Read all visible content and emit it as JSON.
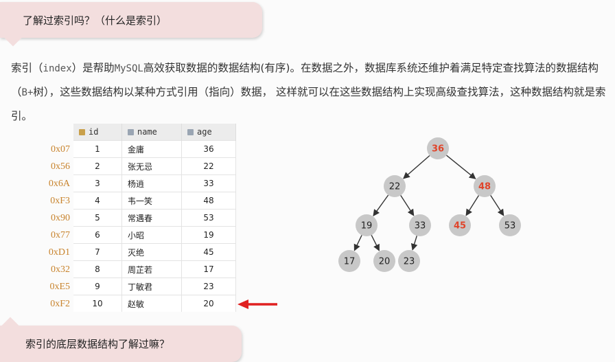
{
  "question_top": "了解过索引吗？（什么是索引）",
  "question_bottom": "索引的底层数据结构了解过嘛？",
  "description": {
    "part1": "索引（",
    "code1": "index",
    "part2": "）是帮助",
    "code2": "MySQL",
    "part3": "高效获取数据的数据结构(有序)。在数据之外，数据库系统还维护着满足特定查找算法的数据结构（",
    "code3": "B+",
    "part4": "树），这些数据结构以某种方式引用（指向）数据，  这样就可以在这些数据结构上实现高级查找算法，这种数据结构就是索引。"
  },
  "table": {
    "headers": [
      "id",
      "name",
      "age"
    ],
    "rows": [
      {
        "addr": "0x07",
        "id": "1",
        "name": "金庸",
        "age": "36"
      },
      {
        "addr": "0x56",
        "id": "2",
        "name": "张无忌",
        "age": "22"
      },
      {
        "addr": "0x6A",
        "id": "3",
        "name": "杨逍",
        "age": "33"
      },
      {
        "addr": "0xF3",
        "id": "4",
        "name": "韦一笑",
        "age": "48"
      },
      {
        "addr": "0x90",
        "id": "5",
        "name": "常遇春",
        "age": "53"
      },
      {
        "addr": "0x77",
        "id": "6",
        "name": "小昭",
        "age": "19"
      },
      {
        "addr": "0xD1",
        "id": "7",
        "name": "灭绝",
        "age": "45"
      },
      {
        "addr": "0x32",
        "id": "8",
        "name": "周芷若",
        "age": "17"
      },
      {
        "addr": "0xE5",
        "id": "9",
        "name": "丁敏君",
        "age": "23"
      },
      {
        "addr": "0xF2",
        "id": "10",
        "name": "赵敏",
        "age": "20"
      }
    ]
  },
  "tree": {
    "nodes": [
      {
        "id": "n36",
        "label": "36",
        "highlight": true
      },
      {
        "id": "n22",
        "label": "22",
        "highlight": false
      },
      {
        "id": "n48",
        "label": "48",
        "highlight": true
      },
      {
        "id": "n19",
        "label": "19",
        "highlight": false
      },
      {
        "id": "n33",
        "label": "33",
        "highlight": false
      },
      {
        "id": "n45",
        "label": "45",
        "highlight": true
      },
      {
        "id": "n53",
        "label": "53",
        "highlight": false
      },
      {
        "id": "n17",
        "label": "17",
        "highlight": false
      },
      {
        "id": "n20",
        "label": "20",
        "highlight": false
      },
      {
        "id": "n23",
        "label": "23",
        "highlight": false
      }
    ],
    "edges": [
      [
        "n36",
        "n22"
      ],
      [
        "n36",
        "n48"
      ],
      [
        "n22",
        "n19"
      ],
      [
        "n22",
        "n33"
      ],
      [
        "n48",
        "n45"
      ],
      [
        "n48",
        "n53"
      ],
      [
        "n19",
        "n17"
      ],
      [
        "n19",
        "n20"
      ],
      [
        "n33",
        "n23"
      ]
    ]
  },
  "colors": {
    "node_fill": "#c8c8c8",
    "node_text": "#222222",
    "highlight_text": "#e0442a",
    "address": "#c8832c",
    "pointer_arrow": "#e02020"
  }
}
